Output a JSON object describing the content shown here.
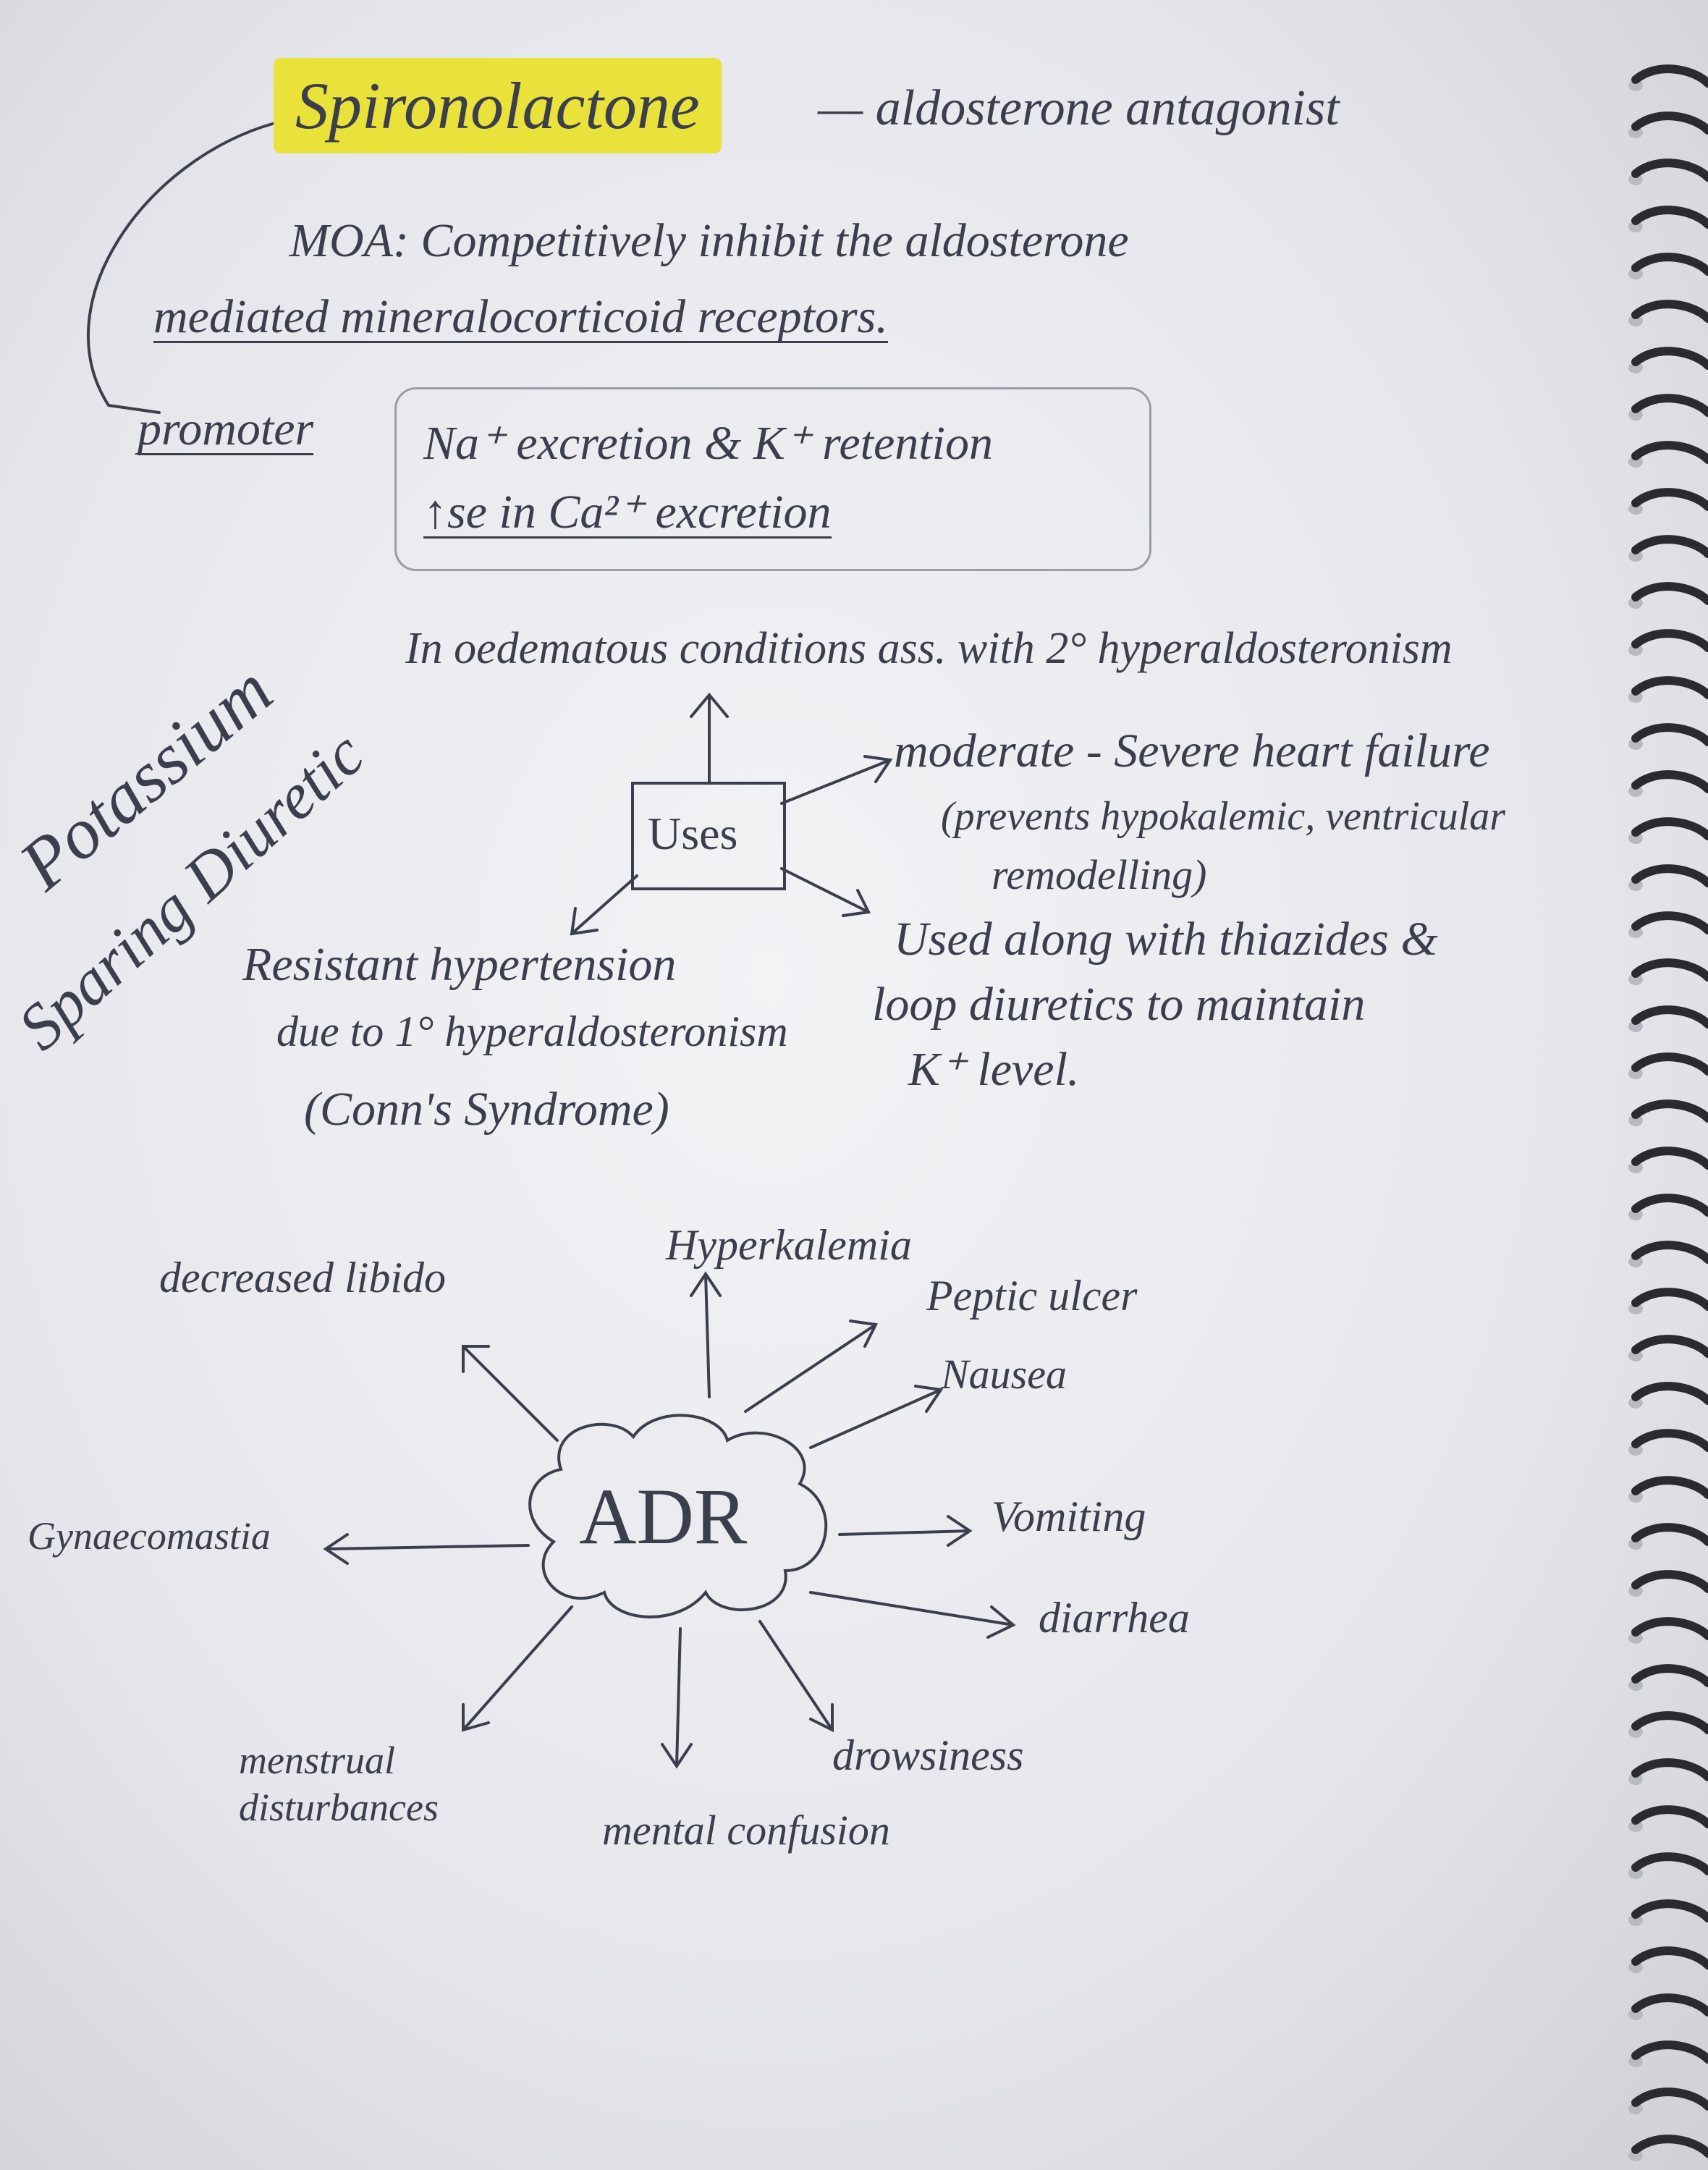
{
  "heading": {
    "drug": "Spironolactone",
    "class": "— aldosterone antagonist"
  },
  "moa": {
    "line1": "MOA: Competitively inhibit the aldosterone",
    "line2": "mediated mineralocorticoid receptors."
  },
  "effects": {
    "label": "promoter",
    "line1": "Na⁺ excretion & K⁺ retention",
    "line2": "↑se in Ca²⁺ excretion"
  },
  "side_label": {
    "line1": "Potassium",
    "line2": "Sparing Diuretic"
  },
  "uses": {
    "title": "Uses",
    "top": "In oedematous conditions ass. with 2° hyperaldosteronism",
    "right1": [
      "moderate - Severe heart failure",
      "(prevents hypokalemic, ventricular",
      "remodelling)"
    ],
    "right2": [
      "Used along with thiazides &",
      "loop diuretics to maintain",
      "K⁺ level."
    ],
    "left": [
      "Resistant hypertension",
      "due to 1° hyperaldosteronism",
      "(Conn's Syndrome)"
    ]
  },
  "adr": {
    "title": "ADR",
    "items": [
      "Hyperkalemia",
      "Peptic ulcer",
      "Nausea",
      "Vomiting",
      "diarrhea",
      "drowsiness",
      "mental confusion",
      "menstrual disturbances",
      "Gynaecomastia",
      "decreased libido"
    ]
  },
  "colors": {
    "ink": "#3b3e4c",
    "highlight": "#e9e23a",
    "paper": "#eeeef2"
  }
}
